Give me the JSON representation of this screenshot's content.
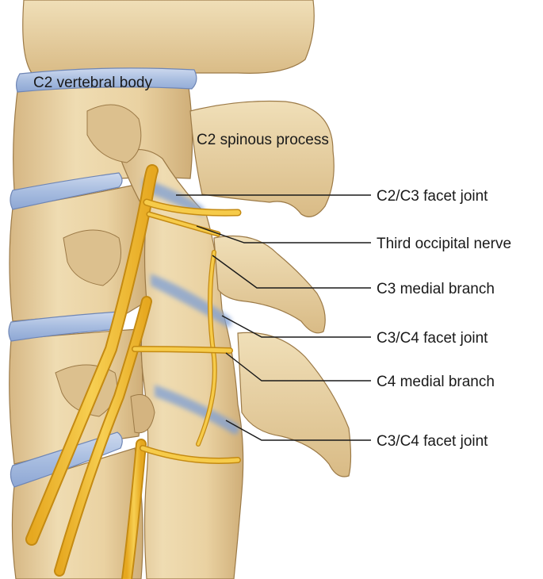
{
  "labels": {
    "c2_vertebral_body": "C2 vertebral body",
    "c2_spinous_process": "C2 spinous process",
    "c2c3_facet_joint": "C2/C3 facet joint",
    "third_occipital_nerve": "Third occipital nerve",
    "c3_medial_branch": "C3 medial branch",
    "c3c4_facet_joint_upper": "C3/C4 facet joint",
    "c4_medial_branch": "C4 medial branch",
    "c3c4_facet_joint_lower": "C3/C4 facet joint"
  },
  "colors": {
    "bone": "#ead3a4",
    "bone_shadow": "#c9a870",
    "bone_outline": "#9c7a47",
    "disc": "#b7c7e2",
    "disc_outline": "#6f86b5",
    "nerve": "#f2bf3a",
    "nerve_outline": "#c48a12",
    "joint_blue": "#7d9ed4",
    "leader_line": "#1a1a1a"
  }
}
